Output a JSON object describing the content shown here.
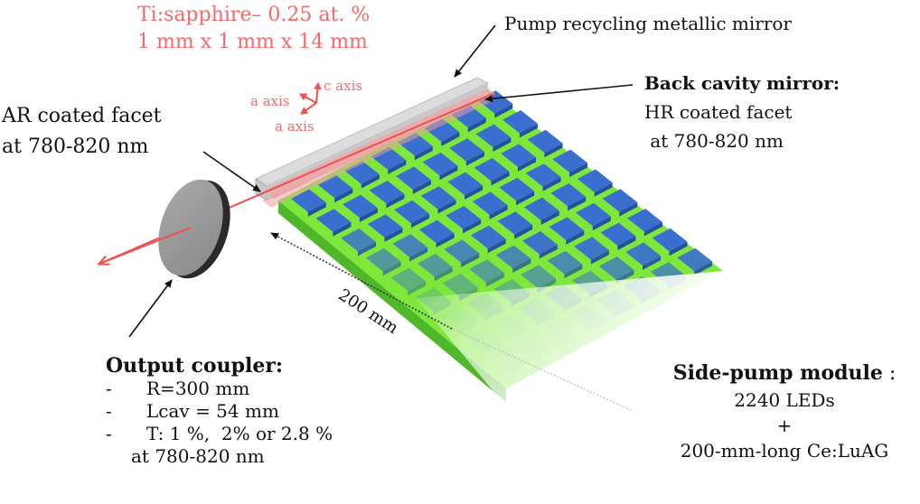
{
  "crystal": {
    "line1": "Ti:sapphire– 0.25 at. %",
    "line2": "1 mm x 1 mm x 14 mm",
    "color": "#f26b6b"
  },
  "axes": {
    "c_axis": "c axis",
    "a_axis_1": "a axis",
    "a_axis_2": "a axis"
  },
  "pump_mirror": {
    "label": "Pump recycling metallic mirror"
  },
  "back_mirror": {
    "title": "Back cavity mirror:",
    "line1": "HR coated facet",
    "line2": " at 780-820 nm"
  },
  "ar_facet": {
    "line1": "AR coated facet",
    "line2": "at 780-820 nm"
  },
  "dimension": {
    "label": "200 mm"
  },
  "output_coupler": {
    "title": "Output coupler:",
    "items": [
      {
        "dash": "-",
        "text": "R=300 mm"
      },
      {
        "dash": "-",
        "text": "Lcav = 54 mm"
      },
      {
        "dash": "-",
        "text": "T: 1 %,  2% or 2.8 %"
      }
    ],
    "tail": "at 780-820 nm"
  },
  "side_pump": {
    "title": "Side-pump module",
    "colon": " :",
    "line1": "2240 LEDs",
    "line2": "+",
    "line3": "200-mm-long Ce:LuAG"
  },
  "colors": {
    "led_blue": "#3a6ecf",
    "board_green": "#7ee83a",
    "board_edge": "#4fb82a",
    "beam": "#f05050",
    "mirror_gray": "#9a9a9a"
  }
}
